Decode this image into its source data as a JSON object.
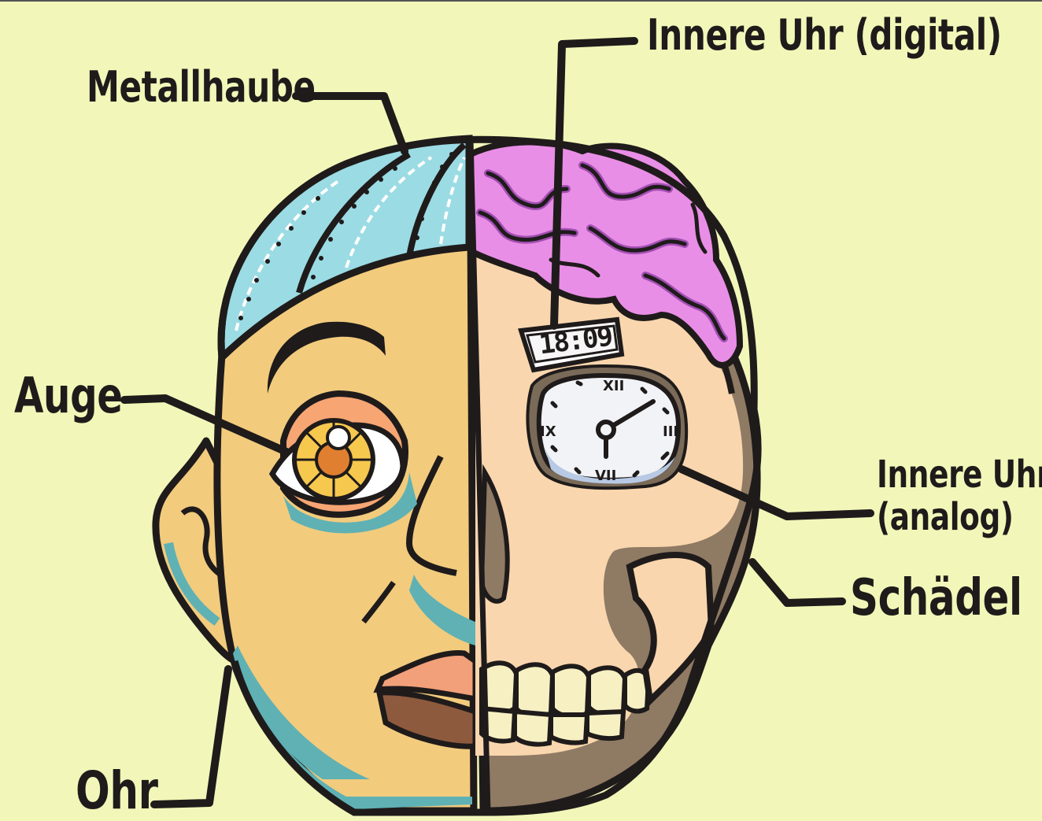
{
  "labels": {
    "metallhaube": "Metallhaube",
    "innere_uhr_digital": "Innere Uhr (digital)",
    "auge": "Auge",
    "innere_uhr_analog_line1": "Innere Uhr",
    "innere_uhr_analog_line2": "(analog)",
    "schaedel": "Schädel",
    "ohr": "Ohr"
  },
  "digital_clock": {
    "display": "18:09"
  },
  "analog_clock": {
    "numerals": [
      "XII",
      "III",
      "VII",
      "IX"
    ]
  },
  "colors": {
    "background": "#f2f7b9",
    "skin": "#f2cb7d",
    "shadow": "#5fb1b4",
    "bone": "#f9d6ad",
    "bone_shadow": "#8f7a64",
    "brain": "#e98ee6",
    "brain_dark": "#a34fb3",
    "metal": "#9bdbe4",
    "outline": "#1f1b1b"
  }
}
